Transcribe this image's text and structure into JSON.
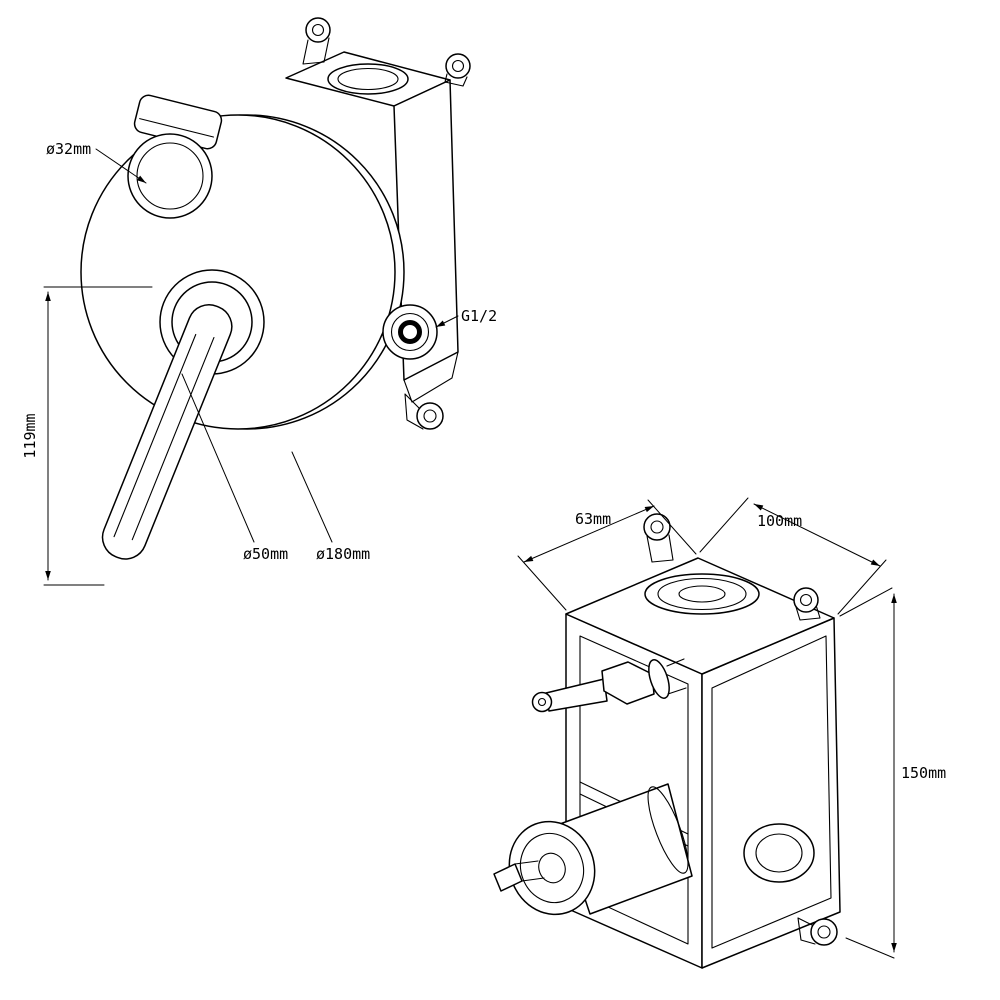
{
  "drawing": {
    "background": "#ffffff",
    "line_color": "#000000",
    "front_view": {
      "title": "shower-mixer-trim-front-view",
      "labels": {
        "knob_diameter": "ø32mm",
        "lever_height": "119mm",
        "handle_diameter": "ø50mm",
        "faceplate_diameter": "ø180mm",
        "inlet_thread": "G1/2"
      }
    },
    "iso_view": {
      "title": "concealed-valve-body-iso-view",
      "labels": {
        "depth": "63mm",
        "width": "100mm",
        "height": "150mm"
      }
    }
  }
}
